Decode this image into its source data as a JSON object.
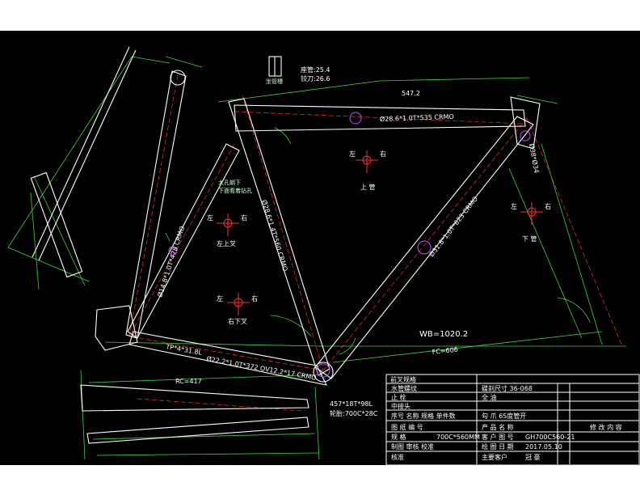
{
  "drawing": {
    "seatpost_label": "座管:25.4",
    "reamer_label": "铰刀:26.6",
    "seatpost_symbol": "坐管槽",
    "top_tube": "Ø28.6*1.0T*535 CRMO",
    "seat_tube": "Ø28.6*1.4T*560 CRMO",
    "down_tube": "Ø31.8*1.0T*623 CRMO",
    "seat_stay": "Ø14.8*1.0T*478 CRMO",
    "chain_stay": "Ø22.2*1.0T*372 OV12.2*17 CRMO",
    "dropout": "TP*4*31.8L",
    "head_tube": "Ø38*Ø34",
    "wheelbase": "WB=1020.2",
    "top_length": "547.2",
    "rc": "RC=417",
    "fc": "FC=606",
    "tire": "457*18T*98L",
    "wheel": "轮胎:700C*28C",
    "left": "左",
    "right": "右",
    "top_tube_name": "上 管",
    "down_tube_name": "下 管",
    "left_upper_fork": "左上叉",
    "right_lower_fork": "右下叉",
    "note1": "大孔朝下",
    "note2": "下面看着钻孔"
  },
  "title_block": {
    "header": "前叉规格",
    "row1": "水管螺纹",
    "row2": "止 栓",
    "row3": "中接头",
    "row4": "序号 名称 规格 单件数",
    "side1": "碟刹尺寸 36-068",
    "side2": "全 油",
    "side3": "勾 爪 6S度管开",
    "drawing_no": "图 纸 编 号",
    "product_name": "产 品 名 称",
    "revision": "修 改 内 容",
    "spec": "规 格",
    "spec_value": "700C*560MM",
    "customer_no": "客 户 图 号",
    "customer_no_value": "GH700C560-21",
    "drafting": "制图 审核 校准",
    "draw_date": "绘 图 日 期",
    "draw_date_value": "2017.05.10",
    "approval": "核准",
    "main_customer": "主要客户",
    "main_customer_value": "冠 豪"
  }
}
